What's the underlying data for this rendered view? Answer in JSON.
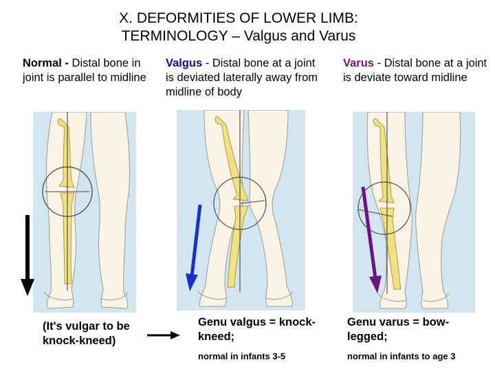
{
  "title": {
    "line1": "X. DEFORMITIES OF LOWER LIMB:",
    "line2": "TERMINOLOGY – Valgus and Varus"
  },
  "normal": {
    "term": "Normal -",
    "definition": " Distal bone in joint is parallel to midline",
    "caption": "(It's vulgar to be knock-kneed)"
  },
  "valgus": {
    "term": "Valgus",
    "definition": " - Distal bone at a joint is deviated laterally away from midline of body",
    "caption_main": "Genu valgus = knock-kneed;",
    "caption_sub": "normal in infants 3-5"
  },
  "varus": {
    "term": "Varus",
    "definition": " - Distal bone at a joint is deviate toward midline",
    "caption_main": "Genu varus = bow-legged;",
    "caption_sub": "normal in infants to age 3"
  },
  "colors": {
    "panel_background": "#d3e5ef",
    "skin": "#fbf3e6",
    "bone": "#efe184",
    "normal_arrow": "#000000",
    "valgus_arrow": "#1a2fd0",
    "varus_arrow": "#6a1480",
    "valgus_term": "#0a0aa0",
    "varus_term": "#7a1070"
  },
  "icons": {
    "normal": "arrow-down-icon",
    "valgus": "arrow-down-left-icon",
    "varus": "arrow-down-right-icon",
    "connector": "arrow-right-icon"
  }
}
